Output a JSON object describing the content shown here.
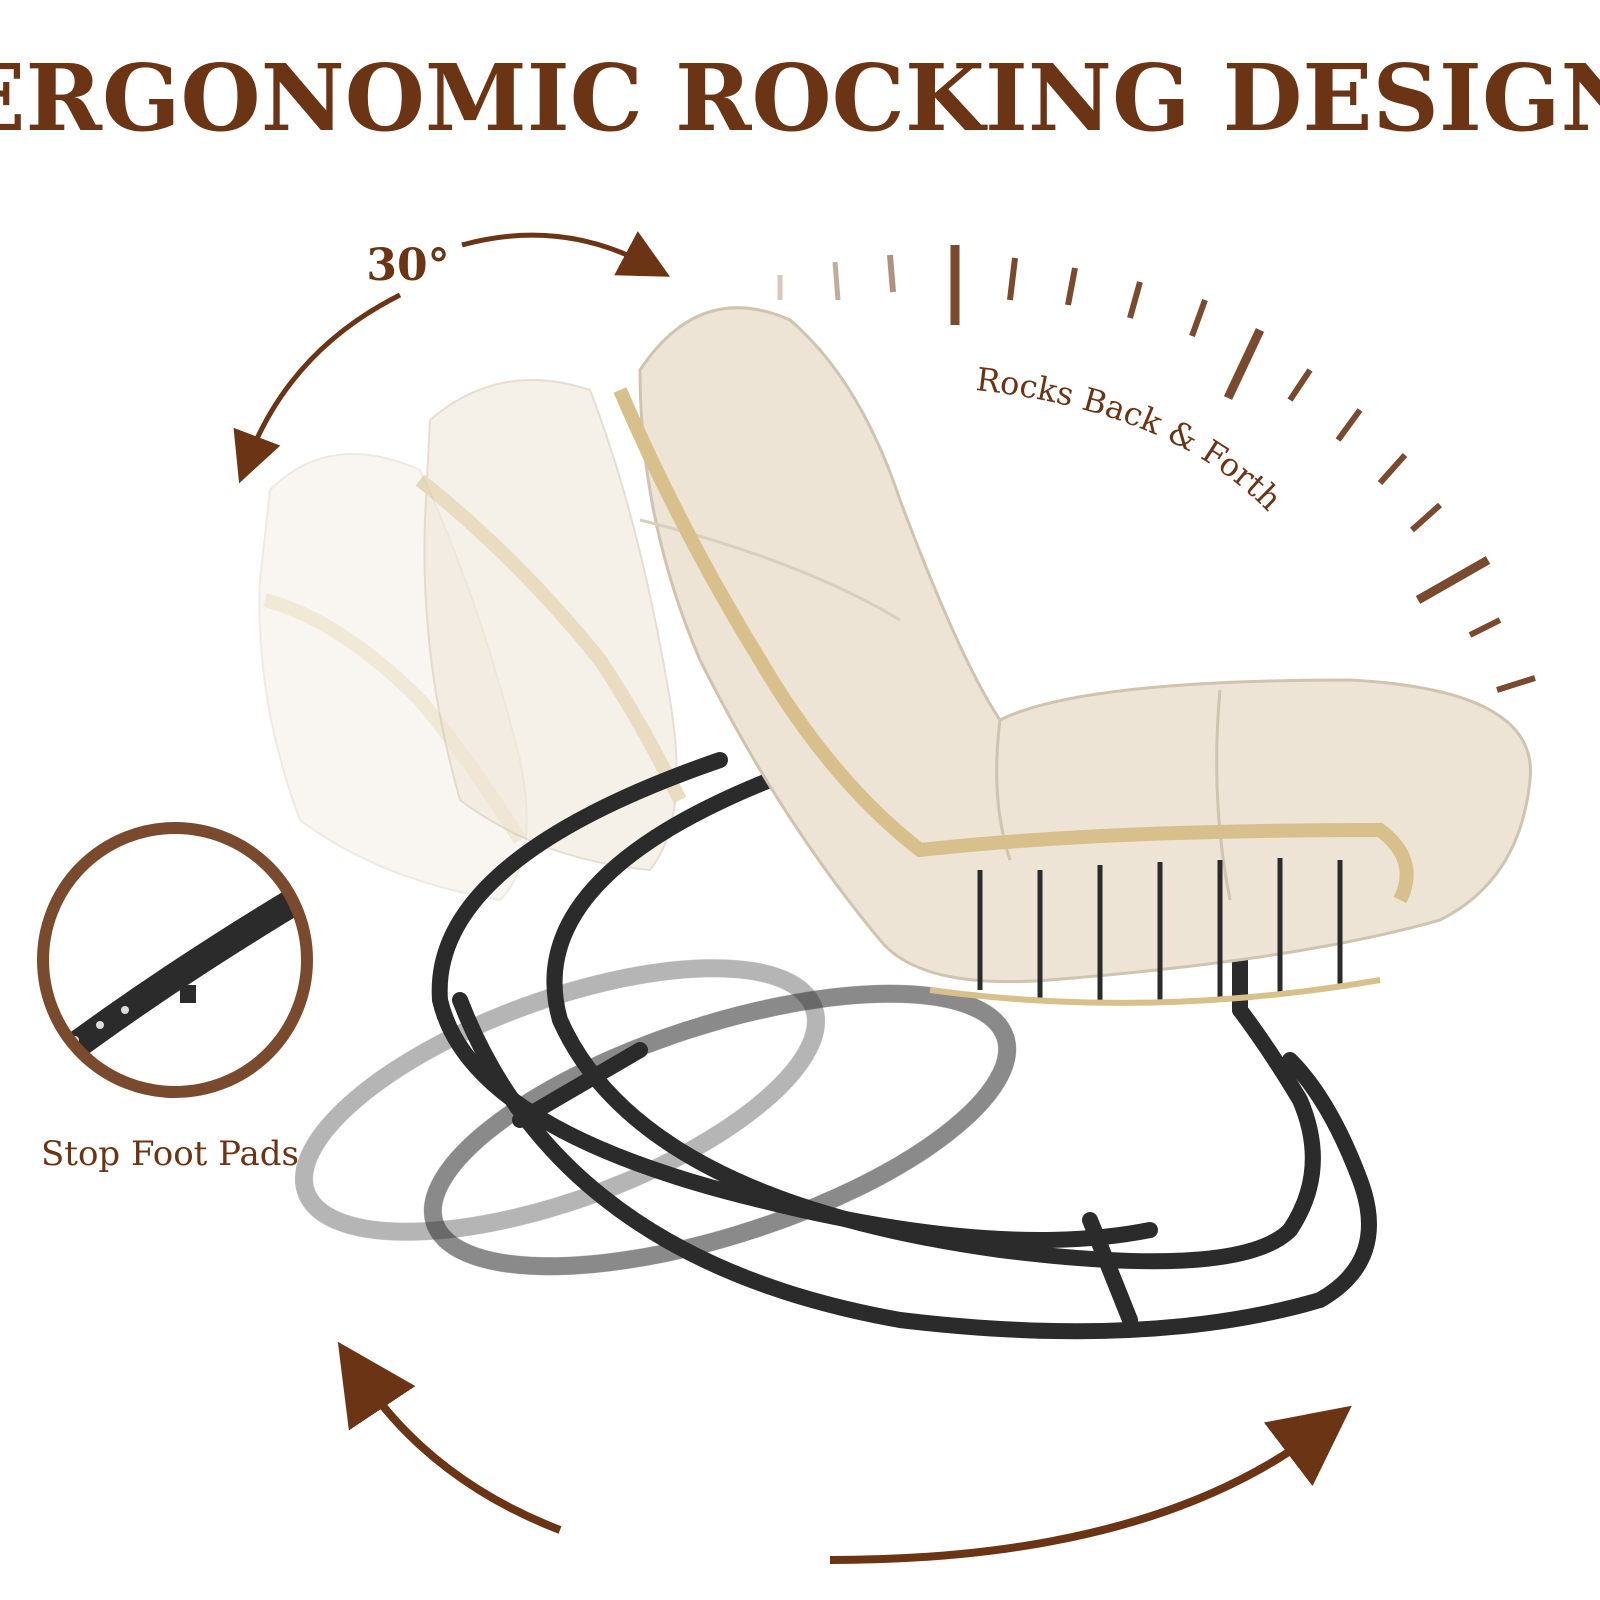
{
  "headline": "ERGONOMIC ROCKING DESIGN",
  "angle_label": "30°",
  "arc_caption": "Rocks Back & Forth",
  "inset_caption": "Stop Foot Pads",
  "colors": {
    "brand_brown": "#6b3415",
    "tick_brown": "#7a4a2e",
    "cushion": "#ede4d6",
    "wicker": "#d7c08c",
    "frame": "#2b2b2b"
  },
  "icons": [
    "curved-arrow-icon",
    "double-arrow-icon"
  ]
}
